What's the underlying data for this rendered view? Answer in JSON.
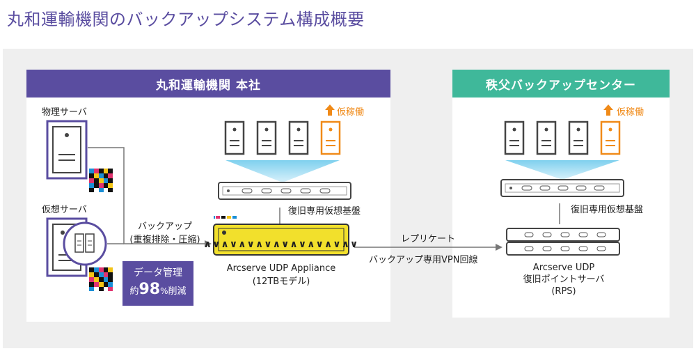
{
  "title": "丸和運輸機関のバックアップシステム構成概要",
  "colors": {
    "hq": "#5a4da0",
    "dr": "#3fb89a",
    "orange": "#f08a18",
    "appliance": "#f2e02c"
  },
  "hq": {
    "header": "丸和運輸機関 本社",
    "physical_server": "物理サーバ",
    "virtual_server": "仮想サーバ",
    "backup_label_1": "バックアップ",
    "backup_label_2": "(重複排除・圧縮)",
    "temp_label": "仮稼働",
    "recovery_platform": "復旧専用仮想基盤",
    "appliance_name": "Arcserve UDP Appliance",
    "appliance_model": "(12TBモデル)",
    "data_mgmt": {
      "line1": "データ管理",
      "prefix": "約",
      "value": "98",
      "unit": "%",
      "suffix": "削減"
    }
  },
  "link": {
    "label_top": "レプリケート",
    "label_bottom": "バックアップ専用VPN回線"
  },
  "dr": {
    "header": "秩父バックアップセンター",
    "temp_label": "仮稼働",
    "recovery_platform": "復旧専用仮想基盤",
    "rps_line1": "Arcserve UDP",
    "rps_line2": "復旧ポイントサーバ",
    "rps_line3": "(RPS)"
  }
}
